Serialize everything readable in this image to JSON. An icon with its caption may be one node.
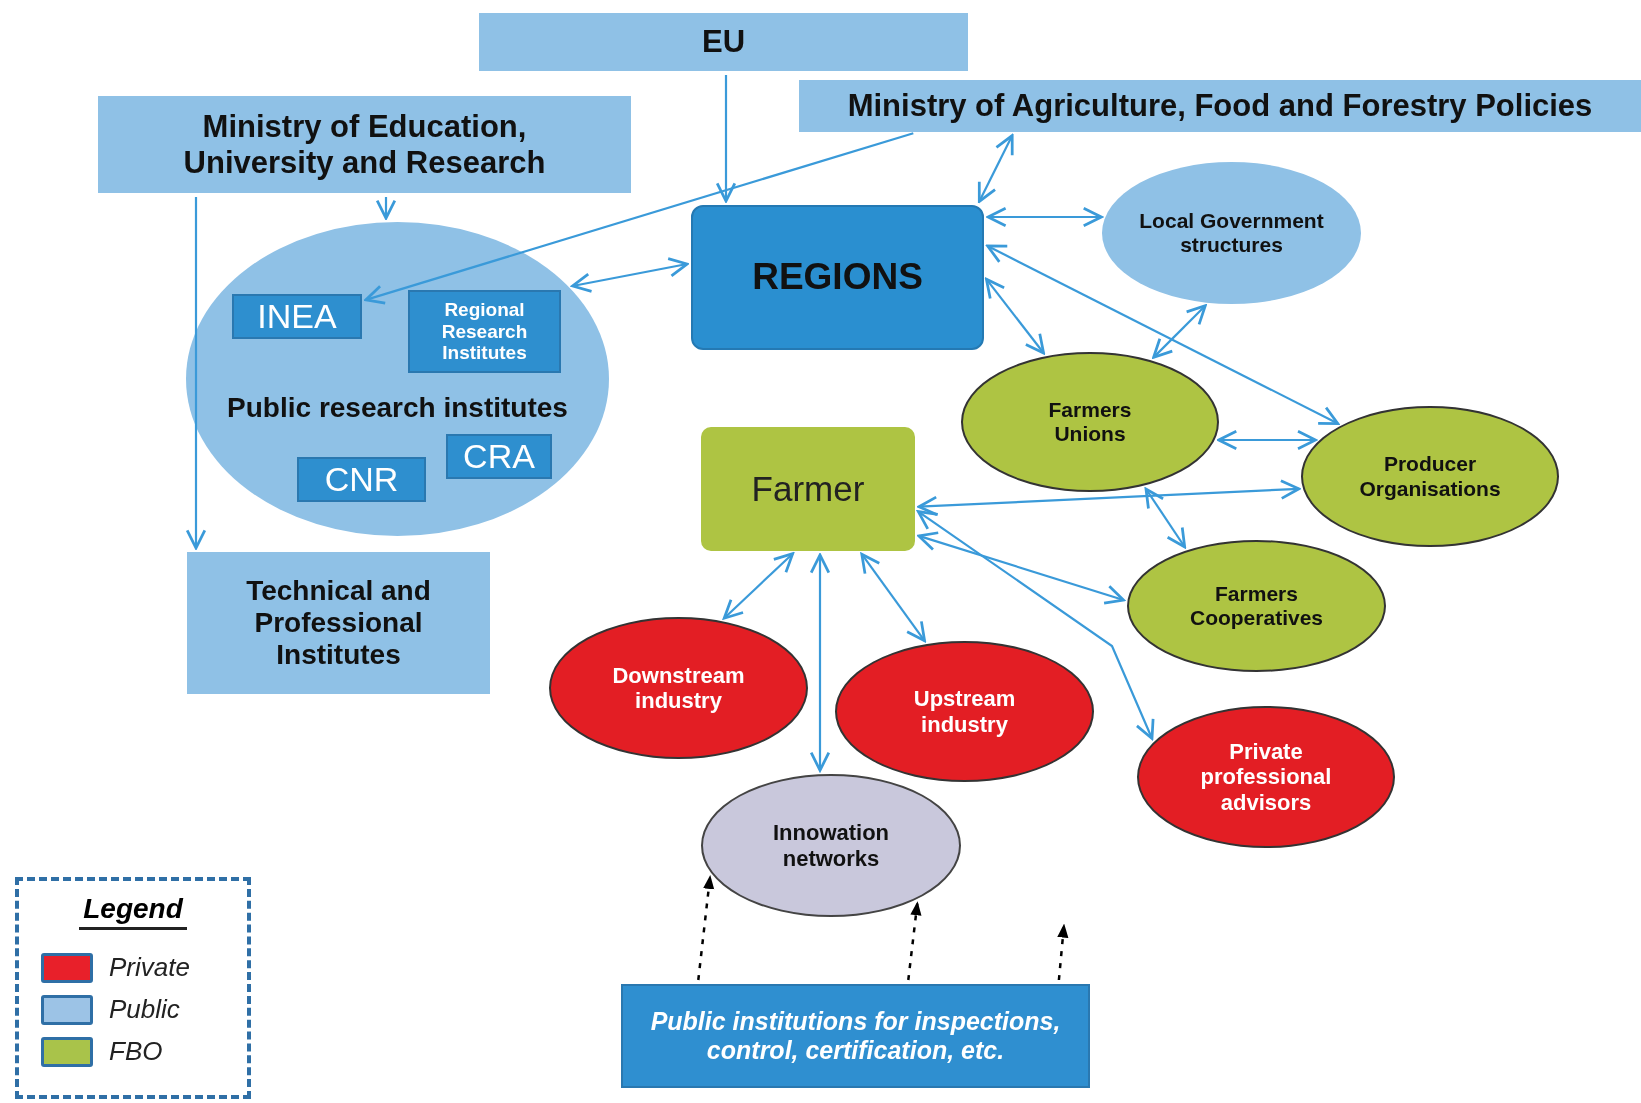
{
  "diagram": {
    "nodes": [
      {
        "text": [
          "EU"
        ]
      },
      {
        "text": [
          "Ministry of Education, University and Research"
        ]
      },
      {
        "text": [
          "Ministry of Agriculture, Food and Forestry Policies"
        ]
      },
      {
        "text": [
          "Public research institutes"
        ]
      },
      {
        "text": [
          "INEA"
        ],
        "in": 3
      },
      {
        "text": [
          "Regional Research Institutes"
        ],
        "in": 3
      },
      {
        "text": [
          "CNR"
        ],
        "in": 3
      },
      {
        "text": [
          "CRA"
        ],
        "in": 3
      },
      {
        "text": [
          "REGIONS"
        ]
      },
      {
        "text": [
          "Local Government structures"
        ]
      },
      {
        "text": [
          "Farmers Unions"
        ]
      },
      {
        "text": [
          "Producer Organisations"
        ]
      },
      {
        "text": [
          "Farmer"
        ]
      },
      {
        "text": [
          "Farmers Cooperatives"
        ]
      },
      {
        "text": [
          "Technical and Professional Institutes"
        ]
      },
      {
        "text": [
          "Downstream industry"
        ]
      },
      {
        "text": [
          "Upstream industry"
        ]
      },
      {
        "text": [
          "Private professional advisors"
        ]
      },
      {
        "text": [
          "Innowation networks"
        ]
      },
      {
        "text": [
          "Public institutions for inspections, control, certification, etc."
        ]
      }
    ],
    "edges": [
      {
        "from": 0,
        "to": 8,
        "arrow": "to"
      },
      {
        "from": 1,
        "to": 3,
        "arrow": "to"
      },
      {
        "from": 1,
        "to": 14,
        "arrow": "to"
      },
      {
        "from": 2,
        "to": 4,
        "arrow": "to"
      },
      {
        "from": 2,
        "to": 8,
        "arrow": "both"
      },
      {
        "from": 3,
        "to": 8,
        "arrow": "both"
      },
      {
        "from": 8,
        "to": 9,
        "arrow": "both"
      },
      {
        "from": 8,
        "to": 10,
        "arrow": "both"
      },
      {
        "from": 8,
        "to": 11,
        "arrow": "both"
      },
      {
        "from": 9,
        "to": 10,
        "arrow": "both"
      },
      {
        "from": 10,
        "to": 11,
        "arrow": "both"
      },
      {
        "from": 12,
        "to": 11,
        "arrow": "both"
      },
      {
        "from": 10,
        "to": 13,
        "arrow": "both"
      },
      {
        "from": 12,
        "to": 13,
        "arrow": "both"
      },
      {
        "from": 12,
        "to": 17,
        "arrow": "both"
      },
      {
        "from": 12,
        "to": 15,
        "arrow": "both"
      },
      {
        "from": 12,
        "to": 18,
        "arrow": "both"
      },
      {
        "from": 12,
        "to": 16,
        "arrow": "both"
      },
      {
        "from": 19,
        "to": 18,
        "arrow": "to",
        "style": "dashed",
        "color": "#000000"
      },
      {
        "from": 19,
        "to": 18,
        "arrow": "to",
        "style": "dashed",
        "color": "#000000"
      },
      {
        "from": 19,
        "to": null,
        "arrow": "to",
        "style": "dashed",
        "color": "#000000"
      }
    ],
    "labels": [
      "Legend"
    ],
    "legend": [
      {
        "text": "Private",
        "color": "#e8202a"
      },
      {
        "text": "Public",
        "color": "#9cc3e6"
      },
      {
        "text": "FBO",
        "color": "#a9c34a"
      }
    ]
  }
}
